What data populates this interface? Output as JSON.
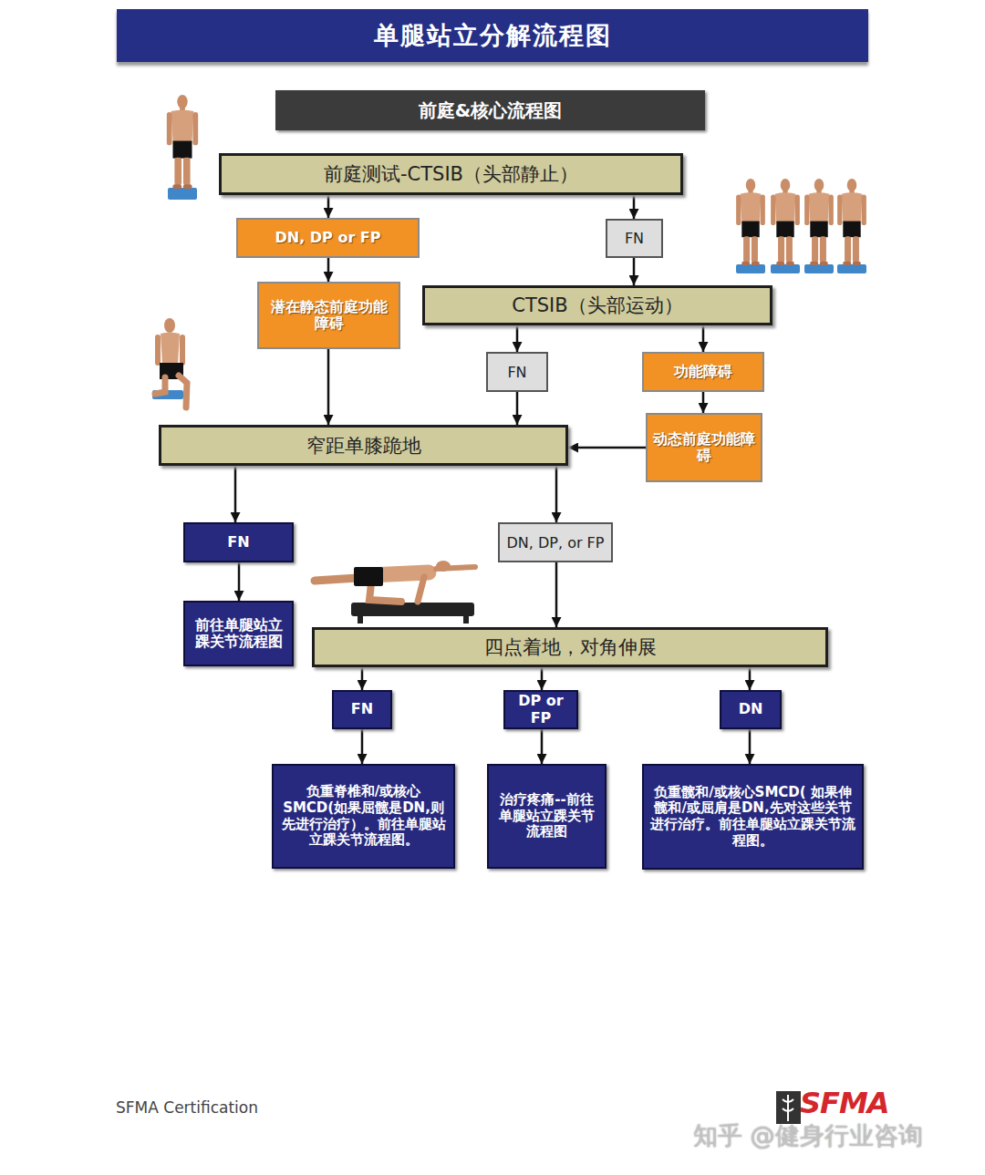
{
  "diagram": {
    "title": "单腿站立分解流程图",
    "nodes": [
      {
        "text": [
          "前庭&核心流程图"
        ]
      },
      {
        "text": [
          "前庭测试-CTSIB（头部静止）"
        ]
      },
      {
        "text": [
          "DN, DP or FP"
        ]
      },
      {
        "text": [
          "FN"
        ]
      },
      {
        "text": [
          "潜在静态前庭功能障碍"
        ]
      },
      {
        "text": [
          "CTSIB（头部运动）"
        ]
      },
      {
        "text": [
          "FN"
        ]
      },
      {
        "text": [
          "功能障碍"
        ]
      },
      {
        "text": [
          "动态前庭功能障碍"
        ]
      },
      {
        "text": [
          "窄距单膝跪地"
        ]
      },
      {
        "text": [
          "FN"
        ]
      },
      {
        "text": [
          "DN, DP, or FP"
        ]
      },
      {
        "text": [
          "前往单腿站立踝关节流程图"
        ]
      },
      {
        "text": [
          "四点着地，对角伸展"
        ]
      },
      {
        "text": [
          "FN"
        ]
      },
      {
        "text": [
          "DP or FP"
        ]
      },
      {
        "text": [
          "DN"
        ]
      },
      {
        "text": [
          "负重脊椎和/或核心SMCD(如果屈髋是DN,则先进行治疗）。前往单腿站立踝关节流程图。"
        ]
      },
      {
        "text": [
          "治疗疼痛--前往单腿站立踝关节流程图"
        ]
      },
      {
        "text": [
          "负重髋和/或核心SMCD( 如果伸髋和/或屈肩是DN,先对这些关节进行治疗。前往单腿站立踝关节流程图。"
        ]
      }
    ],
    "edges": [
      {
        "from": 1,
        "to": 2,
        "arrow": "to"
      },
      {
        "from": 1,
        "to": 3,
        "arrow": "to"
      },
      {
        "from": 2,
        "to": 4,
        "arrow": "to"
      },
      {
        "from": 3,
        "to": 5,
        "arrow": "to"
      },
      {
        "from": 4,
        "to": 9,
        "arrow": "to"
      },
      {
        "from": 5,
        "to": 6,
        "arrow": "to"
      },
      {
        "from": 5,
        "to": 7,
        "arrow": "to"
      },
      {
        "from": 6,
        "to": 9,
        "arrow": "to"
      },
      {
        "from": 7,
        "to": 8,
        "arrow": "to"
      },
      {
        "from": 8,
        "to": 9,
        "arrow": "to"
      },
      {
        "from": 9,
        "to": 10,
        "arrow": "to"
      },
      {
        "from": 9,
        "to": 11,
        "arrow": "to"
      },
      {
        "from": 10,
        "to": 12,
        "arrow": "to"
      },
      {
        "from": 11,
        "to": 13,
        "arrow": "to"
      },
      {
        "from": 13,
        "to": 14,
        "arrow": "to"
      },
      {
        "from": 13,
        "to": 15,
        "arrow": "to"
      },
      {
        "from": 13,
        "to": 16,
        "arrow": "to"
      },
      {
        "from": 14,
        "to": 17,
        "arrow": "to"
      },
      {
        "from": 15,
        "to": 18,
        "arrow": "to"
      },
      {
        "from": 16,
        "to": 19,
        "arrow": "to"
      }
    ],
    "labels": [
      "SFMA Certification",
      "SFMA",
      "知乎 @健身行业咨询"
    ]
  }
}
